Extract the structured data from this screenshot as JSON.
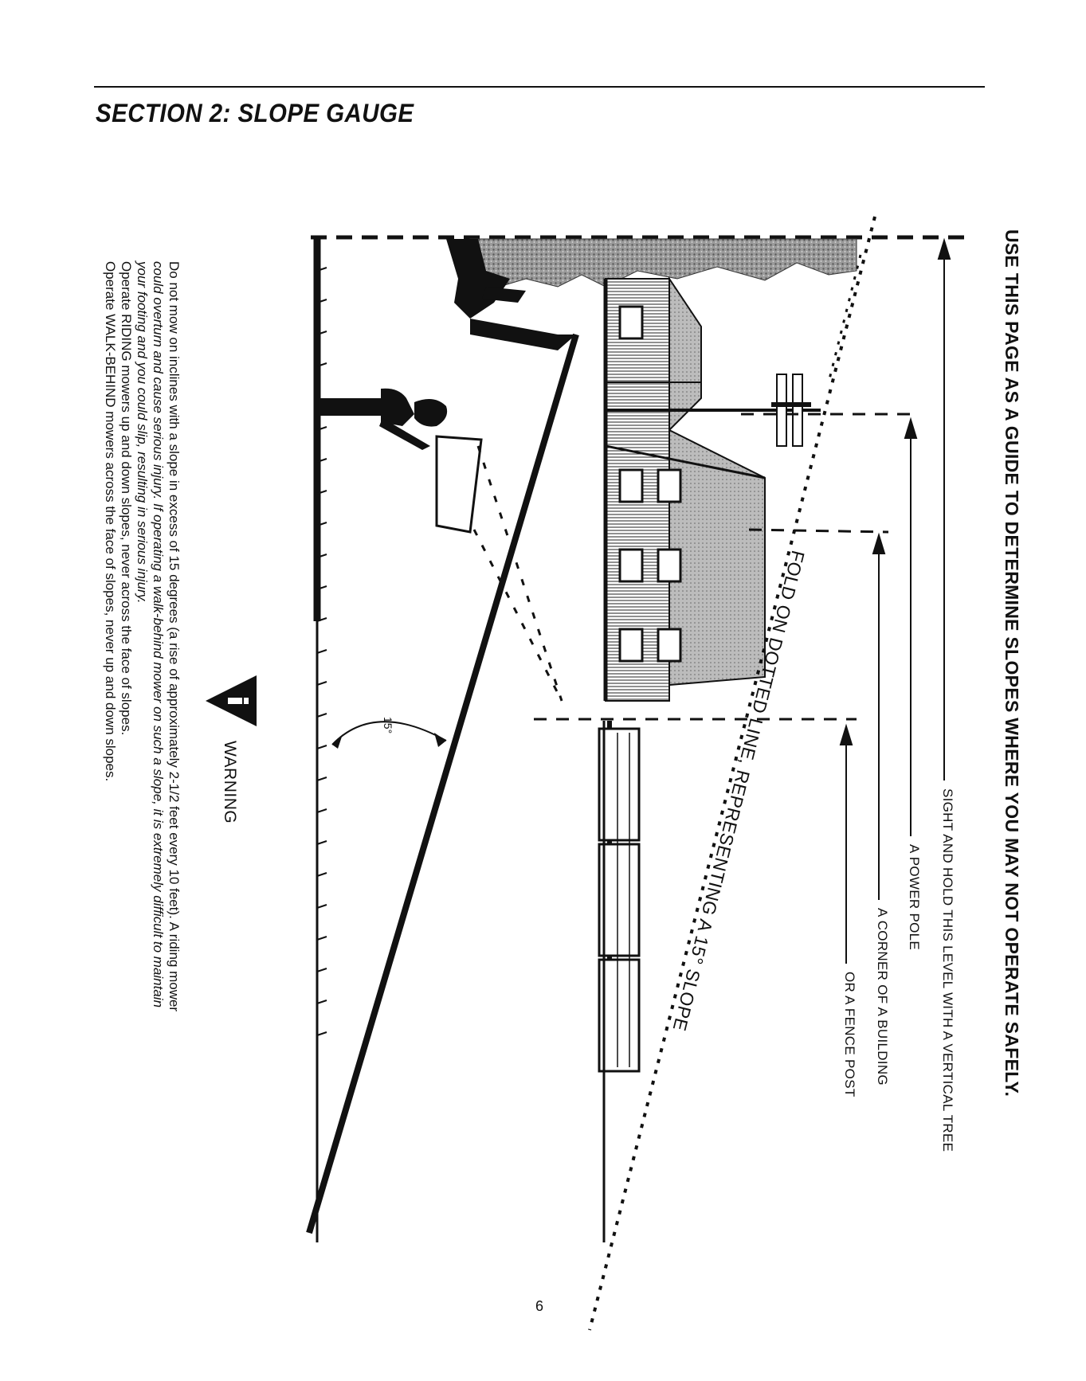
{
  "header": {
    "section_title": "SECTION 2:  SLOPE GAUGE"
  },
  "gauge": {
    "headline": "USE THIS PAGE AS A GUIDE TO DETERMINE SLOPES WHERE YOU MAY NOT OPERATE SAFELY.",
    "sight_labels": [
      "SIGHT AND HOLD THIS LEVEL WITH A VERTICAL TREE",
      "A POWER POLE",
      "A CORNER OF A BUILDING",
      "OR A FENCE POST"
    ],
    "fold_label": "FOLD ON DOTTED LINE, REPRESENTING A 15° SLOPE",
    "angle_label": "15°"
  },
  "warning": {
    "heading": "WARNING",
    "lines": [
      "Do not mow on inclines with a slope in excess of 15 degrees (a rise of approximately 2-1/2 feet every 10 feet).  A riding mower",
      "could overturn and cause serious injury.  If operating a walk-behind mower on such a slope, it is extremely difficult to maintain",
      "your footing and you could slip, resulting in serious injury.",
      "Operate RIDING mowers up and down slopes, never across the face of slopes.",
      "Operate WALK-BEHIND mowers across the face of slopes, never up and down slopes."
    ]
  },
  "footer": {
    "page_number": "6"
  }
}
